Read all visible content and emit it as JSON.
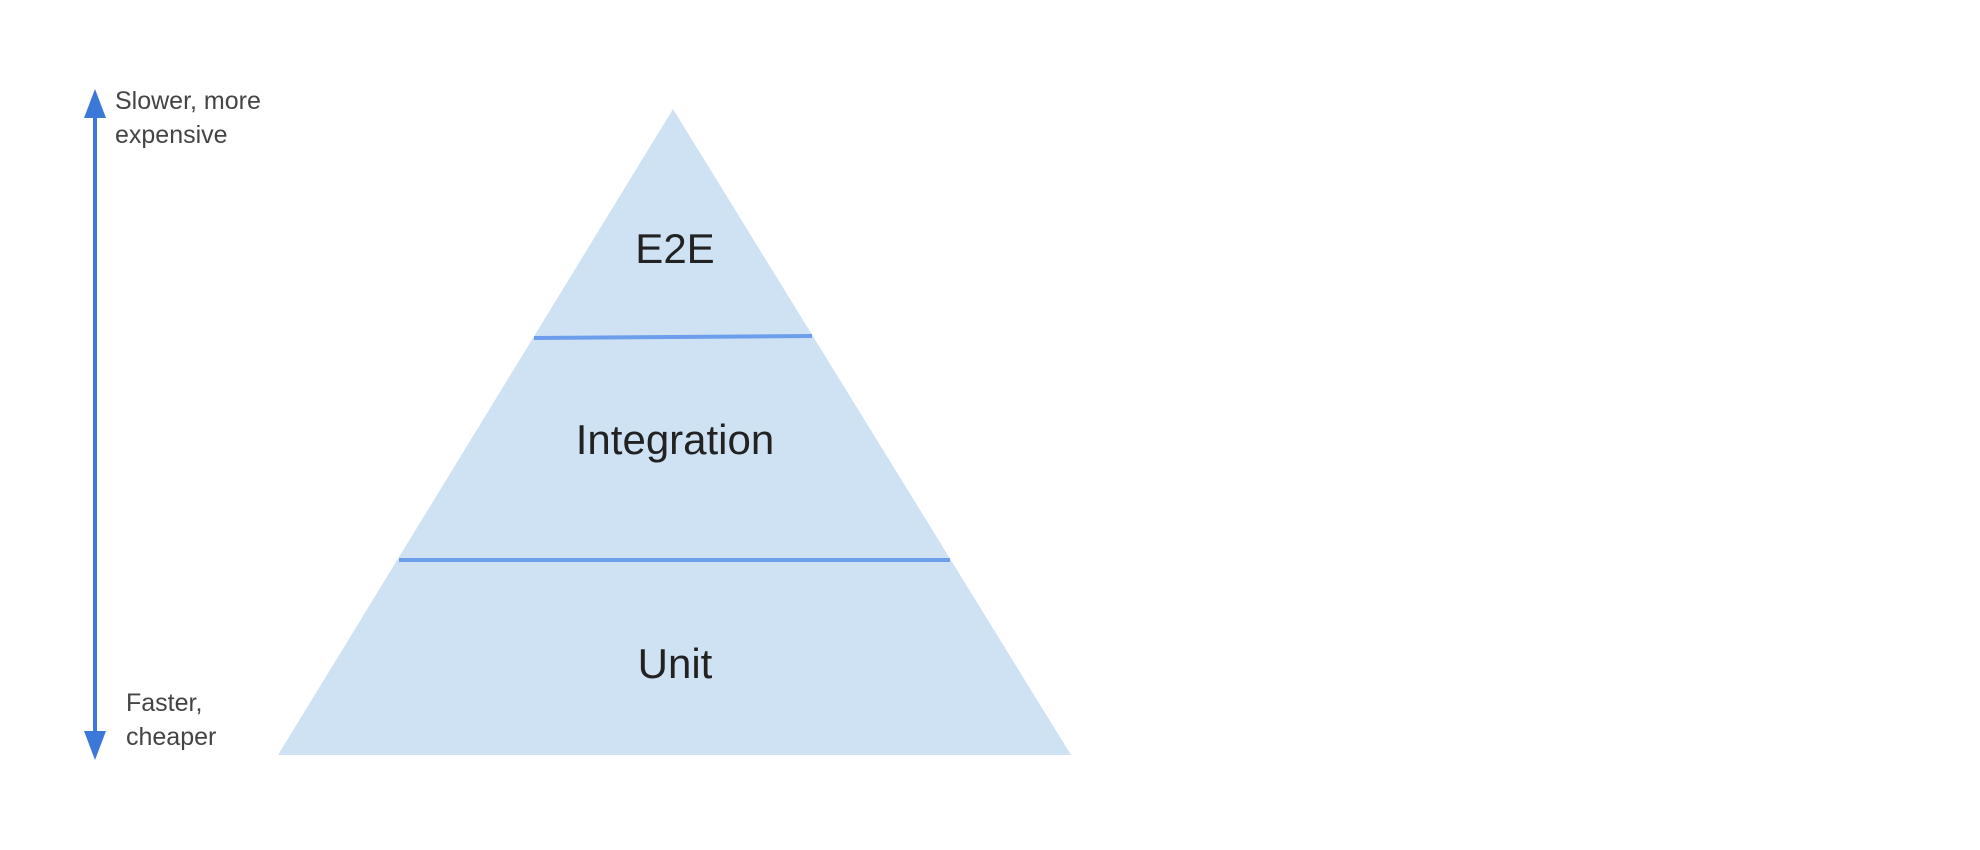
{
  "axis": {
    "top_label_line1": "Slower, more",
    "top_label_line2": "expensive",
    "bottom_label_line1": "Faster,",
    "bottom_label_line2": "cheaper"
  },
  "layers": [
    {
      "label": "E2E"
    },
    {
      "label": "Integration"
    },
    {
      "label": "Unit"
    }
  ],
  "colors": {
    "fill": "#cfe2f3",
    "line": "#4a86e8",
    "text": "#222222"
  }
}
